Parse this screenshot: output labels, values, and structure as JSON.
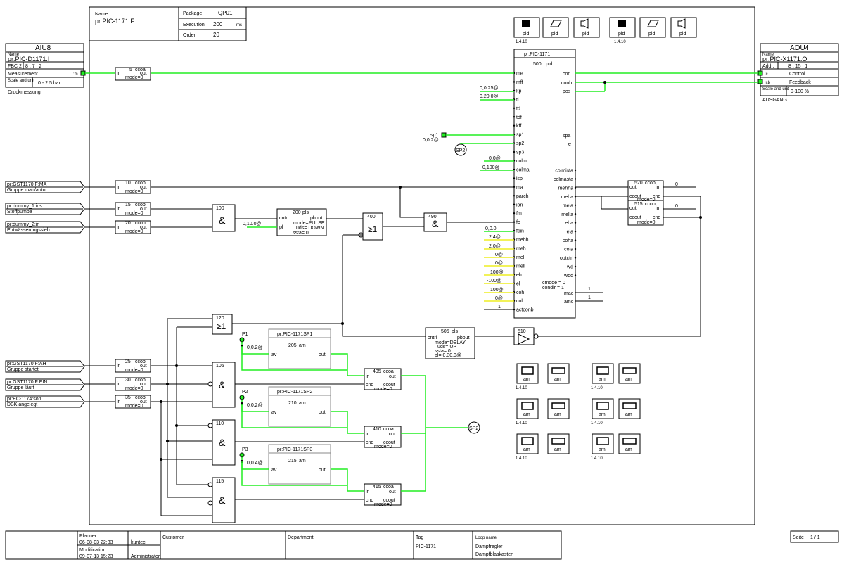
{
  "header": {
    "name_label": "Name",
    "name_value": "pr:PIC-1171.F",
    "package_label": "Package",
    "package_value": "QP01",
    "execution_label": "Execution",
    "execution_value": "200",
    "execution_unit": "ms",
    "order_label": "Order",
    "order_value": "20"
  },
  "left_io": {
    "title": "AIU8",
    "name_label": "Name",
    "name_value": "pr:PIC-D1171.I",
    "fbc": "FBC   2",
    "addr": "8    : 7     : 2",
    "measurement_label": "Measurement",
    "measurement_pin": ":m",
    "scale_label": "Scale and unit",
    "scale_value": "0 - 2.5 bar",
    "desc": "Druckmessung"
  },
  "right_io": {
    "title": "AOU4",
    "name_label": "Name",
    "name_value": "pr:PIC-X1171.O",
    "addr_label": "Addr.",
    "addr_value": "8     : 15    : 1",
    "control_pin": ":c",
    "control_label": "Control",
    "feedback_pin": ":cb",
    "feedback_label": "Feedback",
    "scale_label": "Scale and unit",
    "scale_value": "0-100 %",
    "desc": "AUSGANG"
  },
  "faceplates": {
    "top": [
      "pid",
      "pid",
      "pid",
      "pid",
      "pid",
      "pid"
    ],
    "top_sub": "1.4.10",
    "am_label": "am",
    "am_sub": "1.4.10"
  },
  "pid": {
    "title": "pr:PIC-1171",
    "order": "500",
    "type": "pid",
    "inputs": [
      "me",
      "mff",
      "kp",
      "ti",
      "td",
      "tdf",
      "kff",
      "sp1",
      "sp2",
      "sp3",
      "colmi",
      "colma",
      "isp",
      "ma",
      "parch",
      "ion",
      "fm",
      "fc",
      "fcin",
      "mehh",
      "meh",
      "mel",
      "mell",
      "eh",
      "el",
      "coh",
      "col",
      "actconb"
    ],
    "outputs_top": [
      "con",
      "conb",
      "pos"
    ],
    "outputs_mid": [
      "spa",
      "e"
    ],
    "outputs_list": [
      "colmista",
      "colmasta",
      "mehha",
      "meha",
      "mela",
      "mella",
      "eha",
      "ela",
      "coha",
      "cola",
      "outctrl",
      "wd",
      "wdd"
    ],
    "mac": "mac",
    "amc": "amc",
    "cmode": "cmode  = 0",
    "condir": "condir   = 1",
    "param_values": {
      "kp": "0,0.25@",
      "ti": "0,20.0@",
      "sp1_label": ":sp1",
      "sp1_val": "0,0.2@",
      "colmi": "0,0@",
      "colma": "0,100@",
      "fcin": "0,0.0",
      "mehh": "2.4@",
      "meh": "2.0@",
      "mel": "0@",
      "mell": "0@",
      "eh": "100@",
      "el": "-100@",
      "coh": "100@",
      "col": "0@",
      "actconb": "1",
      "mac": "1",
      "amc": "1"
    }
  },
  "blocks": {
    "b5": {
      "order": "5",
      "type": "ccoa",
      "in": "in",
      "out": "out",
      "mode": "mode=0"
    },
    "b10": {
      "order": "10",
      "type": "ccob",
      "in": "in",
      "out": "out",
      "mode": "mode=0"
    },
    "b15": {
      "order": "15",
      "type": "ccob",
      "in": "in",
      "out": "out",
      "mode": "mode=0"
    },
    "b20": {
      "order": "20",
      "type": "ccob",
      "in": "in",
      "out": "out",
      "mode": "mode=0"
    },
    "b25": {
      "order": "25",
      "type": "ccob",
      "in": "in",
      "out": "out",
      "mode": "mode=0"
    },
    "b30": {
      "order": "30",
      "type": "ccob",
      "in": "in",
      "out": "out",
      "mode": "mode=0"
    },
    "b35": {
      "order": "35",
      "type": "ccob",
      "in": "in",
      "out": "out",
      "mode": "mode=0"
    },
    "b100": {
      "order": "100",
      "sym": "&"
    },
    "b105": {
      "order": "105",
      "sym": "&"
    },
    "b110": {
      "order": "110",
      "sym": "&"
    },
    "b115": {
      "order": "115",
      "sym": "&"
    },
    "b120": {
      "order": "120",
      "sym": "≥1"
    },
    "b400": {
      "order": "400",
      "sym": "≥1"
    },
    "b490": {
      "order": "490",
      "sym": "&"
    },
    "b510": {
      "order": "510"
    },
    "b200": {
      "order": "200",
      "type": "pls",
      "cntrl": "cntrl",
      "pbout": "pbout",
      "pl": "pl",
      "mode": "mode=PULSE",
      "uds": "uds=  DOWN",
      "ssta": "ssta=    0",
      "pl_val": "0,10.0@"
    },
    "b505": {
      "order": "505",
      "type": "pls",
      "cntrl": "cntrl",
      "pbout": "pbout",
      "mode": "mode=DELAY",
      "uds": "uds=  UP",
      "ssta": "ssta=    0",
      "pl": "pl=   0,30.0@"
    },
    "b520": {
      "order": "520",
      "type": "ccob",
      "out": "out",
      "in": "in",
      "ccout": "ccout",
      "cnd": "cnd",
      "mode": "mode=0",
      "in_val": "0"
    },
    "b515": {
      "order": "515",
      "type": "ccob",
      "out": "out",
      "in": "in",
      "ccout": "ccout",
      "cnd": "cnd",
      "mode": "mode=0",
      "in_val": "0"
    },
    "b405": {
      "order": "405",
      "type": "ccoa",
      "in": "in",
      "out": "out",
      "cnd": "cnd",
      "ccout": "ccout",
      "mode": "mode=0"
    },
    "b410": {
      "order": "410",
      "type": "ccoa",
      "in": "in",
      "out": "out",
      "cnd": "cnd",
      "ccout": "ccout",
      "mode": "mode=0"
    },
    "b415": {
      "order": "415",
      "type": "ccoa",
      "in": "in",
      "out": "out",
      "cnd": "cnd",
      "ccout": "ccout",
      "mode": "mode=0"
    }
  },
  "am_blocks": [
    {
      "title": "pr:PIC-1171SP1",
      "order": "205",
      "type": "am",
      "av": "av",
      "out": "out",
      "param": "P1",
      "val": "0,0.2@"
    },
    {
      "title": "pr:PIC-1171SP2",
      "order": "210",
      "type": "am",
      "av": "av",
      "out": "out",
      "param": "P2",
      "val": "0,0.2@"
    },
    {
      "title": "pr:PIC-1171SP3",
      "order": "215",
      "type": "am",
      "av": "av",
      "out": "out",
      "param": "P3",
      "val": "0,0.4@"
    }
  ],
  "sp2_ref": "SP2",
  "signals": [
    {
      "tag": "pr:GST1170.F:MA",
      "desc": "Gruppe man/auto"
    },
    {
      "tag": "pr:dummy_1:ins",
      "desc": "Stoffpumpe"
    },
    {
      "tag": "pr:dummy_2:in",
      "desc": "Entwässerungssieb"
    },
    {
      "tag": "pr:GST1170.F:AH",
      "desc": "Gruppe startet"
    },
    {
      "tag": "pr:GST1170.F:EIN",
      "desc": "Gruppe läuft"
    },
    {
      "tag": "pr:EC-1174:son",
      "desc": "DBK angelegt"
    }
  ],
  "footer": {
    "planner_label": "Planner",
    "planner_date": "06-08-03 22:33",
    "planner_user": "kuntec",
    "mod_label": "Modification",
    "mod_date": "09-07-13 15:23",
    "mod_user": "Administrator",
    "customer_label": "Customer",
    "department_label": "Department",
    "tag_label": "Tag",
    "tag_value": "PIC-1171",
    "loop_label": "Loop name",
    "loop_1": "Dampfregler",
    "loop_2": "Dampfblaskasten",
    "page_label": "Seite",
    "page_value": "1   /   1"
  },
  "colors": {
    "wire_green": "#22ee22",
    "wire_yellow": "#eeee22"
  }
}
